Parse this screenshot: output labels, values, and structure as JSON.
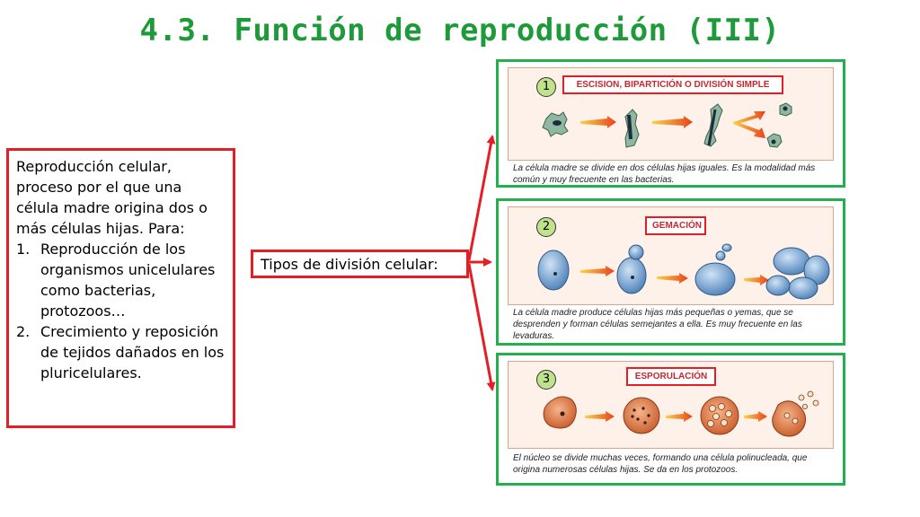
{
  "slide": {
    "title": "4.3. Función de reproducción (III)"
  },
  "left_box": {
    "intro": "Reproducción celular, proceso por el que una célula madre origina dos o más células hijas. Para:",
    "items": [
      {
        "num": "1.",
        "text": "Reproducción de los organismos unicelulares como bacterias, protozoos…"
      },
      {
        "num": "2.",
        "text": "Crecimiento y reposición de tejidos dañados en los pluricelulares."
      }
    ]
  },
  "middle_box": {
    "text": "Tipos de división celular:"
  },
  "panels": [
    {
      "number": "1",
      "label": "ESCISION, BIPARTICIÓN O DIVISIÓN SIMPLE",
      "caption": "La célula madre se divide en dos células hijas iguales. Es la modalidad más común y muy frecuente en las bacterias."
    },
    {
      "number": "2",
      "label": "GEMACIÓN",
      "caption": "La célula madre produce células hijas más pequeñas o yemas, que se desprenden y forman células semejantes a ella. Es muy frecuente en las levaduras."
    },
    {
      "number": "3",
      "label": "ESPORULACIÓN",
      "caption": "El núcleo se divide muchas veces, formando una célula polinucleada, que origina numerosas células hijas. Se da en los protozoos."
    }
  ],
  "colors": {
    "title": "#1e9a3a",
    "box_border": "#e31e24",
    "panel_border": "#22b14c",
    "badge_fill": "#bfe28a"
  }
}
